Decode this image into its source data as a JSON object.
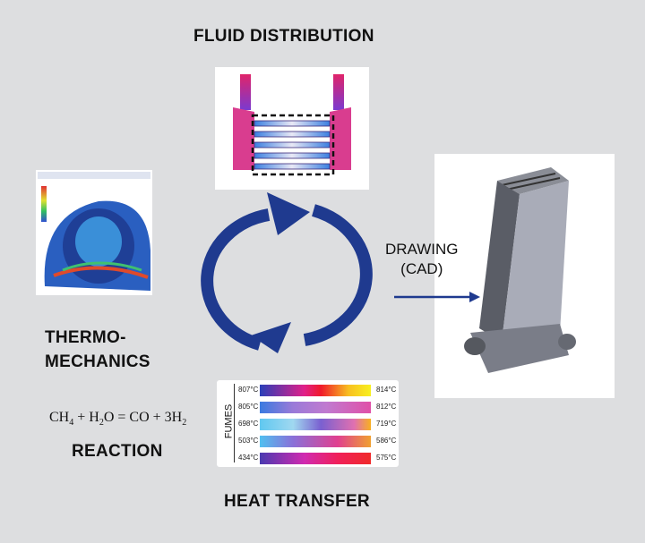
{
  "titles": {
    "fluid": "FLUID DISTRIBUTION",
    "thermo_line1": "THERMO-",
    "thermo_line2": "MECHANICS",
    "heat": "HEAT TRANSFER",
    "reaction": "REACTION",
    "drawing_line1": "DRAWING",
    "drawing_line2": "(CAD)"
  },
  "formula": {
    "a": "CH",
    "a_sub": "4",
    "b": " + H",
    "b_sub": "2",
    "c": "O = CO + 3H",
    "c_sub": "2"
  },
  "heat_transfer": {
    "axis_label": "FUMES",
    "rows": [
      {
        "left": "807°C",
        "right": "814°C"
      },
      {
        "left": "805°C",
        "right": "812°C"
      },
      {
        "left": "698°C",
        "right": "719°C"
      },
      {
        "left": "503°C",
        "right": "586°C"
      },
      {
        "left": "434°C",
        "right": "575°C"
      }
    ]
  },
  "colors": {
    "arrow": "#1f3a8f",
    "background": "#dddee0"
  }
}
